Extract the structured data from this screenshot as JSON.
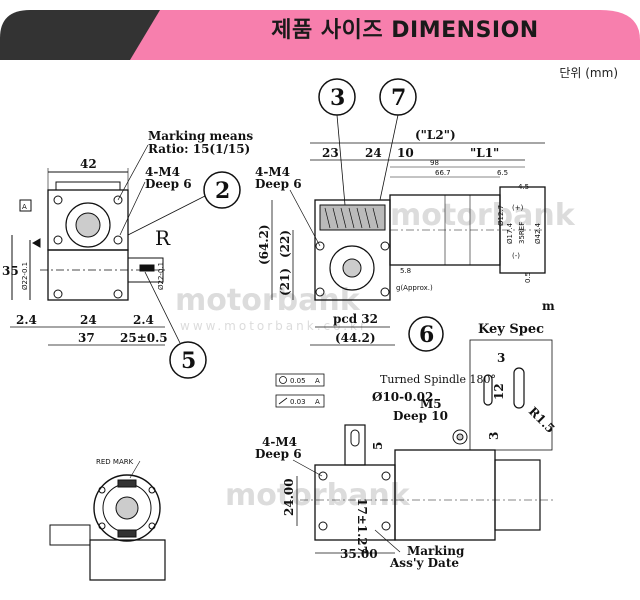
{
  "header": {
    "title": "제품 사이즈  DIMENSION",
    "unit": "단위 (mm)",
    "pink": "#f77fad",
    "dark": "#333333"
  },
  "watermark": {
    "brand": "motorbank",
    "url": "www.motorbank.co.kr"
  },
  "callouts": [
    "2",
    "3",
    "7",
    "5",
    "6"
  ],
  "front_view": {
    "marking_line1": "Marking means",
    "marking_line2": "Ratio: 15(1/15)",
    "thread": "4-M4",
    "depth": "Deep 6",
    "width_top": "42",
    "datum": "A",
    "letter_r": "R",
    "dim_left_height": "35",
    "dia_left": "Ø22-0.1",
    "dia_right": "Ø22-0.1",
    "bottom_24": "24",
    "bottom_2_4_left": "2.4",
    "bottom_2_4_right": "2.4",
    "bottom_37": "37",
    "bottom_25": "25±0.5"
  },
  "side_view": {
    "thread": "4-M4",
    "depth": "Deep 6",
    "l2": "(\"L2\")",
    "l1": "\"L1\"",
    "d23": "23",
    "d24": "24",
    "d10": "10",
    "d98": "98",
    "d66_7": "66.7",
    "d6_5": "6.5",
    "d4_5": "4.5",
    "d64_2": "(64.2)",
    "d22": "(22)",
    "d21": "(21)",
    "d5_8": "5.8",
    "approx": "g(Approx.)",
    "pcd": "pcd  32",
    "d44_2": "(44.2)",
    "d35ref": "35REF",
    "d42_4": "Ø42.4",
    "d0_5": "0.5",
    "d17_4": "Ø17.4",
    "d12_7": "Ø12.7",
    "plus": "(+)",
    "minus": "(-)",
    "mm": "m"
  },
  "key_spec": {
    "title": "Key Spec",
    "d3_top": "3",
    "d12": "12",
    "r1_5": "R1.5",
    "d3_bot": "3"
  },
  "bottom_view": {
    "spindle": "Turned Spindle 180°",
    "tol1": "0.05",
    "tol2": "0.03",
    "datum": "A",
    "dia10": "Ø10-0.02",
    "m5": "M5",
    "deep10": "Deep 10",
    "d5": "5",
    "thread": "4-M4",
    "depth": "Deep 6",
    "d24": "24.00",
    "d17": "17±1.27",
    "d35": "35.00",
    "marking": "Marking",
    "assy": "Ass'y Date",
    "red_mark": "RED MARK"
  }
}
